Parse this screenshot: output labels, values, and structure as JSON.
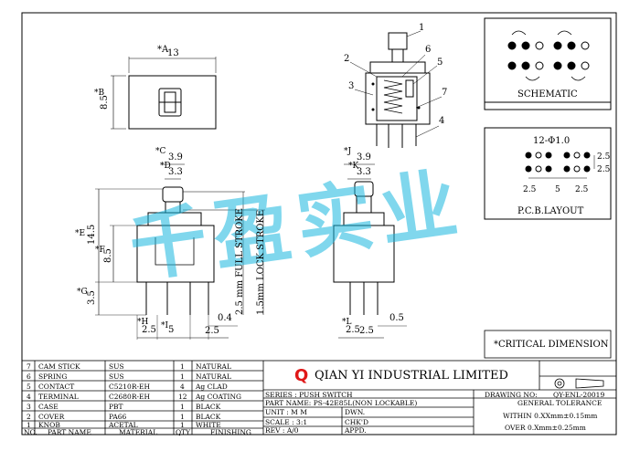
{
  "dims": {
    "a": "*A",
    "a_val": "13",
    "b": "*B",
    "b_val": "8.5",
    "c": "*C",
    "c_val": "3.9",
    "d": "*D",
    "d_val": "3.3",
    "e": "*E",
    "e_val": "14.5",
    "f": "*F",
    "f_val": "8.5",
    "g": "*G",
    "g_val": "3.5",
    "h": "*H",
    "h_val": "2.5",
    "i": "*I",
    "i_val": "5",
    "j": "*J",
    "j_val": "3.9",
    "k": "*K",
    "k_val": "3.3",
    "l": "*L",
    "l_val": "2.5",
    "v04": "0.4",
    "v25": "2.5",
    "v05": "0.5",
    "full_stroke": "2.5 mm FULL STROKE",
    "lock_stroke": "1.5mm LOCK STROKE"
  },
  "callouts": [
    "1",
    "2",
    "3",
    "4",
    "5",
    "6",
    "7"
  ],
  "schematic_label": "SCHEMATIC",
  "pcb": {
    "hole": "12-Φ1.0",
    "dx1": "2.5",
    "dx2": "5",
    "dx3": "2.5",
    "dy1": "2.5",
    "dy2": "2.5",
    "label": "P.C.B.LAYOUT"
  },
  "critical_note": "*CRITICAL DIMENSION",
  "watermark": "千盈实业",
  "bom": [
    {
      "no": "7",
      "part": "CAM STICK",
      "material": "SUS",
      "qty": "1",
      "finishing": "NATURAL"
    },
    {
      "no": "6",
      "part": "SPRING",
      "material": "SUS",
      "qty": "1",
      "finishing": "NATURAL"
    },
    {
      "no": "5",
      "part": "CONTACT",
      "material": "C5210R-EH",
      "qty": "4",
      "finishing": "Ag CLAD"
    },
    {
      "no": "4",
      "part": "TERMINAL",
      "material": "C2680R-EH",
      "qty": "12",
      "finishing": "Ag COATING"
    },
    {
      "no": "3",
      "part": "CASE",
      "material": "PBT",
      "qty": "1",
      "finishing": "BLACK"
    },
    {
      "no": "2",
      "part": "COVER",
      "material": "PA66",
      "qty": "1",
      "finishing": "BLACK"
    },
    {
      "no": "1",
      "part": "KNOB",
      "material": "ACETAL",
      "qty": "1",
      "finishing": "WHITE"
    }
  ],
  "bom_header": {
    "no": "NO.",
    "part": "PART NAME",
    "material": "MATERIAL",
    "qty": "QTY",
    "finishing": "FINISHING"
  },
  "company": "QIAN YI INDUSTRIAL LIMITED",
  "logo_letter": "Q",
  "drawing_no_label": "DRAWING NO:",
  "drawing_no": "QY-ENL-20019",
  "series": "SERIES : PUSH SWITCH",
  "part_name": "PART NAME: PS-42E85L(NON LOCKABLE)",
  "unit": "UNIT : M M",
  "scale": "SCALE : 3:1",
  "rev": "REV  : A/0",
  "dwn": "DWN.",
  "chkd": "CHK'D",
  "appd": "APPD.",
  "tolerance_title": "GENERAL TOLERANCE",
  "tol1": "WITHIN 0.XXmm±0.15mm",
  "tol2": "OVER  0.Xmm±0.25mm"
}
